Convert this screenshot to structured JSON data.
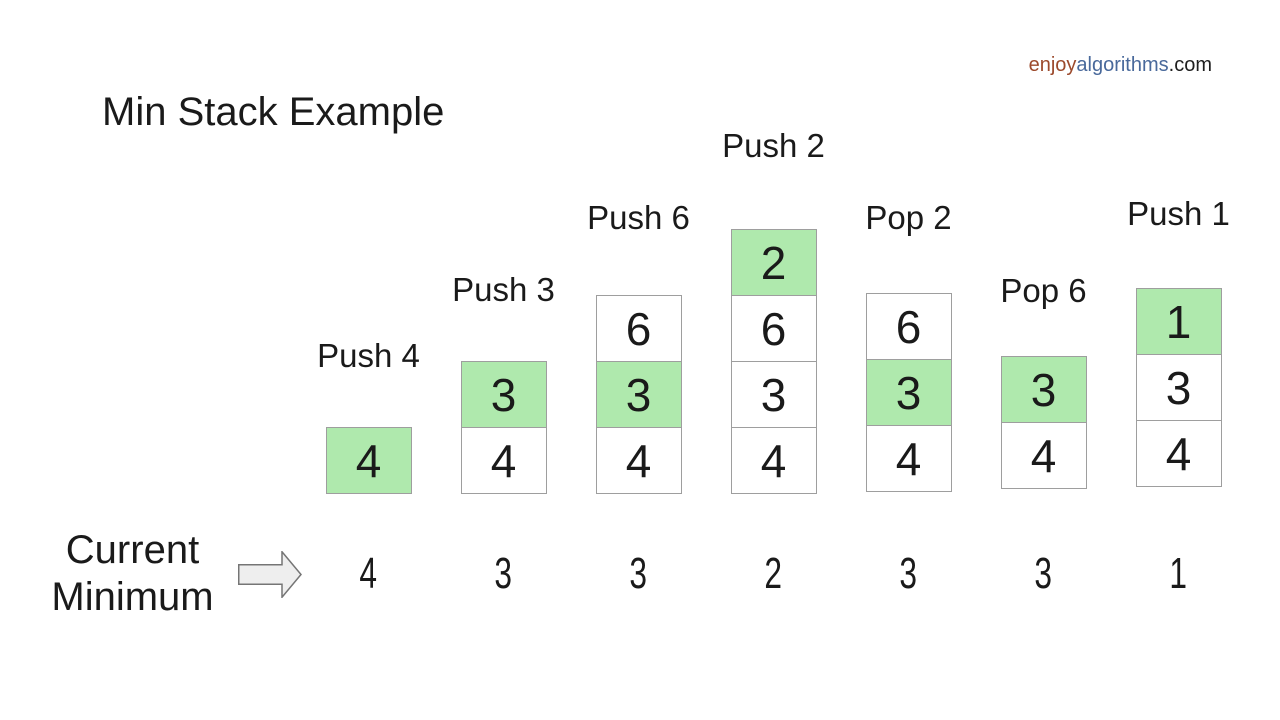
{
  "page": {
    "title": "Min Stack Example"
  },
  "brand": {
    "enjoy": "enjoy",
    "algorithms": "algorithms",
    "com": ".com"
  },
  "columns": [
    {
      "label": "Push 4",
      "min": "4",
      "cells": [
        {
          "value": "4",
          "highlight": true
        }
      ]
    },
    {
      "label": "Push 3",
      "min": "3",
      "cells": [
        {
          "value": "3",
          "highlight": true
        },
        {
          "value": "4",
          "highlight": false
        }
      ]
    },
    {
      "label": "Push 6",
      "min": "3",
      "cells": [
        {
          "value": "6",
          "highlight": false
        },
        {
          "value": "3",
          "highlight": true
        },
        {
          "value": "4",
          "highlight": false
        }
      ]
    },
    {
      "label": "Push 2",
      "min": "2",
      "cells": [
        {
          "value": "2",
          "highlight": true
        },
        {
          "value": "6",
          "highlight": false
        },
        {
          "value": "3",
          "highlight": false
        },
        {
          "value": "4",
          "highlight": false
        }
      ]
    },
    {
      "label": "Pop 2",
      "min": "3",
      "cells": [
        {
          "value": "6",
          "highlight": false
        },
        {
          "value": "3",
          "highlight": true
        },
        {
          "value": "4",
          "highlight": false
        }
      ]
    },
    {
      "label": "Pop 6",
      "min": "3",
      "cells": [
        {
          "value": "3",
          "highlight": true
        },
        {
          "value": "4",
          "highlight": false
        }
      ]
    },
    {
      "label": "Push 1",
      "min": "1",
      "cells": [
        {
          "value": "1",
          "highlight": true
        },
        {
          "value": "3",
          "highlight": false
        },
        {
          "value": "4",
          "highlight": false
        }
      ]
    }
  ],
  "minimum": {
    "label_line1": "Current",
    "label_line2": "Minimum",
    "arrow_icon": "right-block-arrow"
  },
  "colors": {
    "highlight": "#afe9ad",
    "cell_border": "#9e9e9e",
    "arrow_fill": "#eeeeee",
    "arrow_border": "#757575",
    "brand_enjoy": "#9c4a2c",
    "brand_algorithms": "#49699b",
    "brand_com": "#1f1f1f"
  }
}
